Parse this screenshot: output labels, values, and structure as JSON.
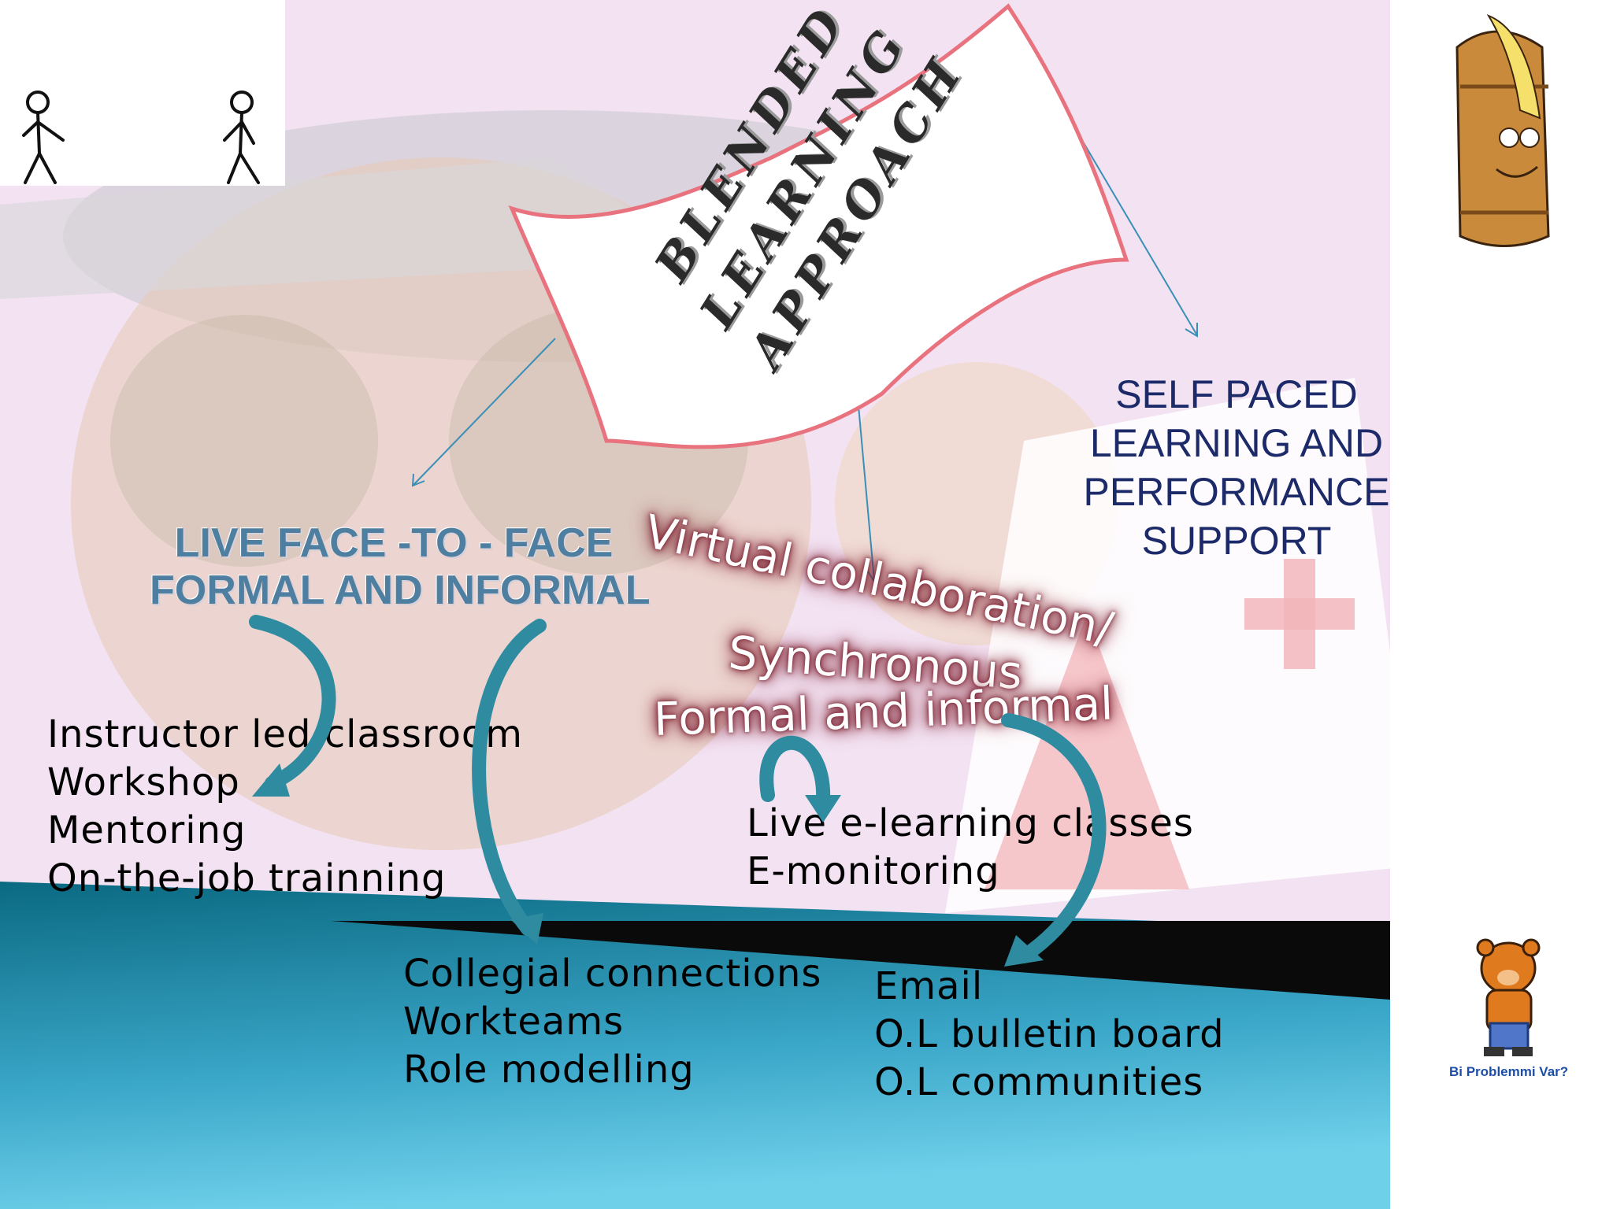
{
  "flag": {
    "lines": [
      "BLENDED",
      "LEARNING",
      "APPROACH"
    ]
  },
  "live_heading": {
    "line1": "LIVE FACE -TO - FACE",
    "line2": "FORMAL AND INFORMAL"
  },
  "self_paced": {
    "lines": [
      "SELF PACED",
      "LEARNING AND",
      "PERFORMANCE",
      "SUPPORT"
    ]
  },
  "virtual": {
    "line1": "Virtual collaboration/",
    "line2": "Synchronous",
    "line3": "Formal and informal"
  },
  "left_list": [
    "Instructor led classroom",
    "Workshop",
    "Mentoring",
    "On-the-job trainning"
  ],
  "collegial_list": [
    "Collegial connections",
    "Workteams",
    "Role modelling"
  ],
  "elearning_list": [
    "Live e-learning classes",
    "E-monitoring"
  ],
  "online_list": [
    "Email",
    "O.L bulletin board",
    "O.L communities"
  ],
  "bear": {
    "caption": "Bi Problemmi Var?"
  },
  "colors": {
    "teal_dark": "#0b6a82",
    "teal_light": "#5cc0de",
    "arrow": "#2e8ba0",
    "flag_border": "#e8737f",
    "heading_navy": "#1c2a6a",
    "heading_blue": "#4f7fa0",
    "glow": "#7a2030"
  }
}
